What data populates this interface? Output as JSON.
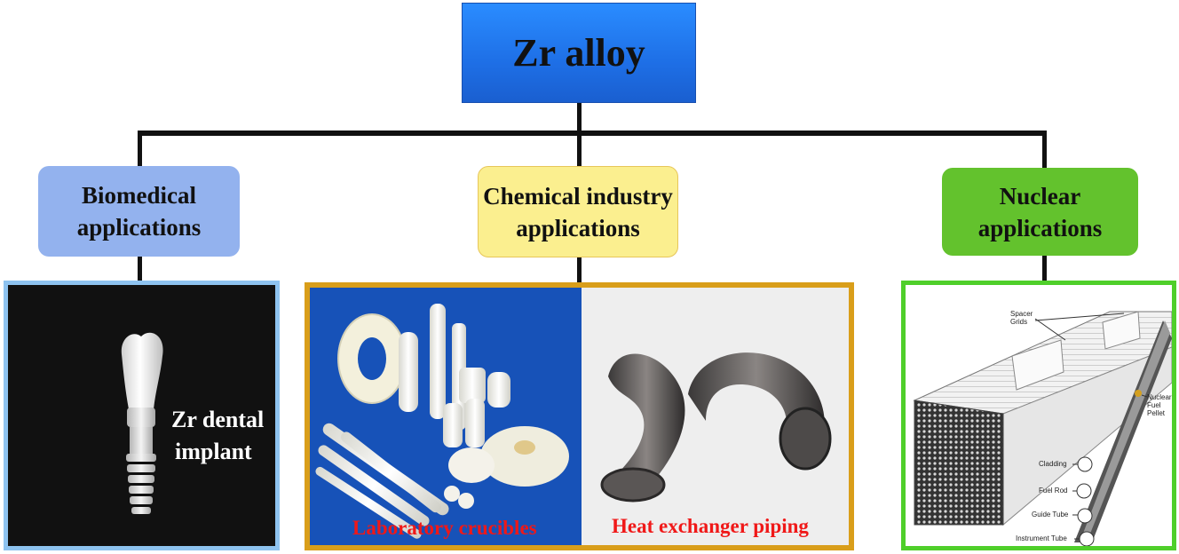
{
  "root": {
    "label": "Zr alloy"
  },
  "categories": [
    {
      "label_line1": "Biomedical",
      "label_line2": "applications",
      "color": "#93b2ee"
    },
    {
      "label_line1": "Chemical industry",
      "label_line2": "applications",
      "color": "#fbef8f"
    },
    {
      "label_line1": "Nuclear",
      "label_line2": "applications",
      "color": "#63c22d"
    }
  ],
  "panels": {
    "biomedical": {
      "caption_line1": "Zr dental",
      "caption_line2": "implant",
      "border_color": "#8ec3f0"
    },
    "chemical": {
      "left_caption": "Laboratory crucibles",
      "right_caption": "Heat exchanger piping",
      "border_color": "#d99e1a"
    },
    "nuclear": {
      "border_color": "#4fcf2a",
      "labels": {
        "spacer_line1": "Spacer",
        "spacer_line2": "Grids",
        "fuel_pellet_line1": "Nuclear",
        "fuel_pellet_line2": "Fuel",
        "fuel_pellet_line3": "Pellet",
        "cladding": "Cladding",
        "fuel_rod": "Fuel Rod",
        "guide_tube": "Guide Tube",
        "instrument_tube": "Instrument Tube"
      }
    }
  },
  "colors": {
    "root_blue": "#1e6fe6",
    "connector": "#111111",
    "caption_red": "#f01818"
  }
}
